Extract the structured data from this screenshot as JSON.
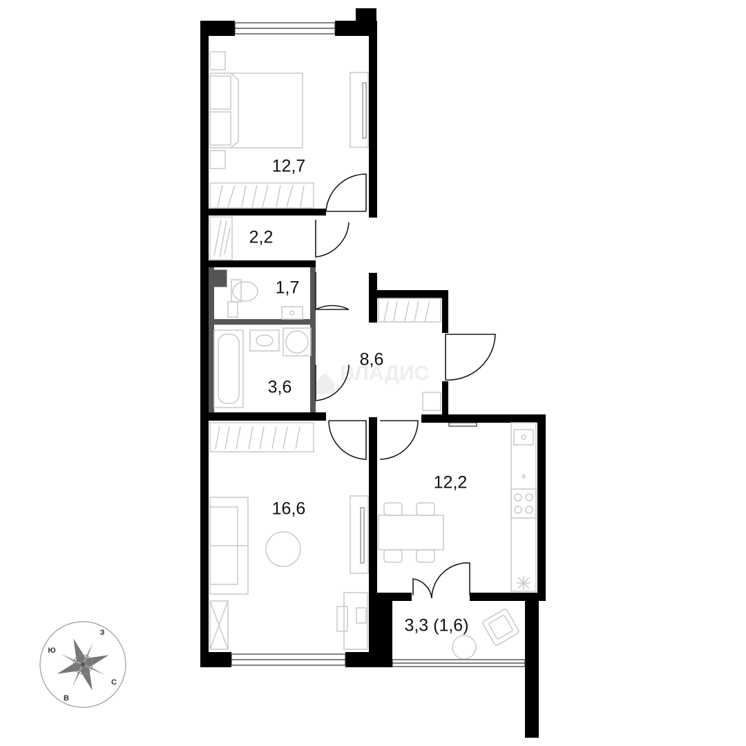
{
  "rooms": {
    "bedroom": {
      "area": "12,7"
    },
    "closet": {
      "area": "2,2"
    },
    "wc": {
      "area": "1,7"
    },
    "bathroom": {
      "area": "3,6"
    },
    "hall": {
      "area": "8,6"
    },
    "living_room": {
      "area": "16,6"
    },
    "kitchen": {
      "area": "12,2"
    },
    "balcony": {
      "area": "3,3 (1,6)"
    }
  },
  "compass": {
    "north": "С",
    "south": "Ю",
    "east": "В",
    "west": "З"
  },
  "watermark": {
    "text": "ВЛАДИС"
  },
  "colors": {
    "wall": "#000000",
    "partition": "#555555",
    "furniture": "#c9c9c9",
    "text": "#111111"
  }
}
